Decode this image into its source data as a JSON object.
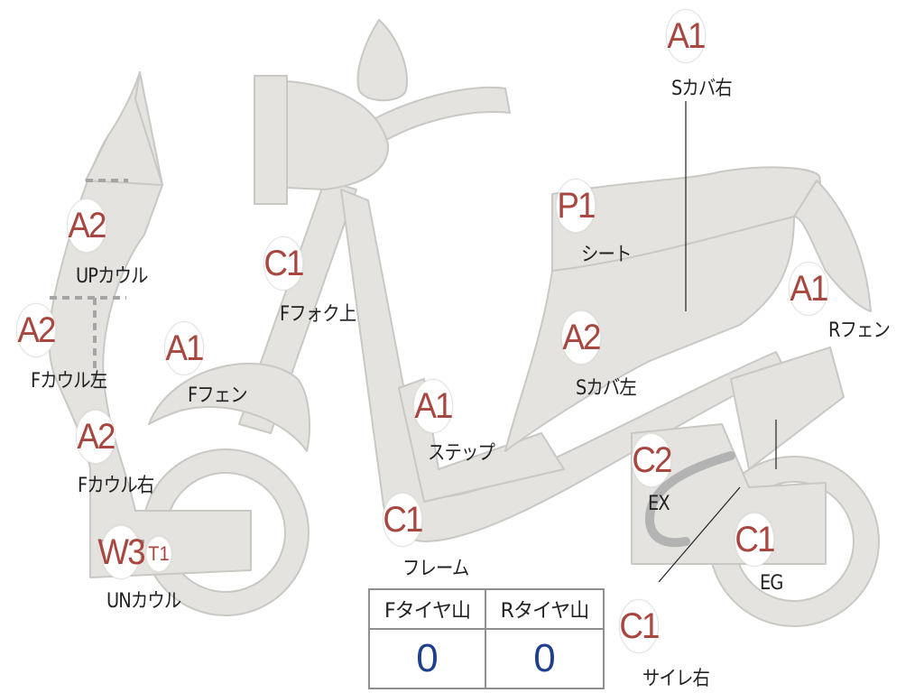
{
  "colors": {
    "part_fill": "#e4e3df",
    "part_stroke": "#c9c8c4",
    "badge_text": "#a8473f",
    "tread_value": "#1f3f8f",
    "divider": "#a5a5a5"
  },
  "parts": [
    {
      "id": "side-cover-right",
      "grade": "A1",
      "name": "Sカバ右"
    },
    {
      "id": "seat",
      "grade": "P1",
      "name": "シート"
    },
    {
      "id": "rear-fender",
      "grade": "A1",
      "name": "Rフェン"
    },
    {
      "id": "upper-cowl",
      "grade": "A2",
      "name": "UPカウル"
    },
    {
      "id": "front-fork-upper",
      "grade": "C1",
      "name": "Fフォク上"
    },
    {
      "id": "front-cowl-left",
      "grade": "A2",
      "name": "Fカウル左"
    },
    {
      "id": "front-fender",
      "grade": "A1",
      "name": "Fフェン"
    },
    {
      "id": "side-cover-left",
      "grade": "A2",
      "name": "Sカバ左"
    },
    {
      "id": "step",
      "grade": "A1",
      "name": "ステップ"
    },
    {
      "id": "front-cowl-right",
      "grade": "A2",
      "name": "Fカウル右"
    },
    {
      "id": "exhaust",
      "grade": "C2",
      "name": "EX"
    },
    {
      "id": "frame",
      "grade": "C1",
      "name": "フレーム"
    },
    {
      "id": "engine",
      "grade": "C1",
      "name": "EG"
    },
    {
      "id": "under-cowl",
      "grade": "W3",
      "name": "UNカウル",
      "extra_grade": "T1"
    },
    {
      "id": "muffler-right",
      "grade": "C1",
      "name": "サイレ右"
    }
  ],
  "tread": {
    "front_label": "Fタイヤ山",
    "rear_label": "Rタイヤ山",
    "front_value": "0",
    "rear_value": "0"
  }
}
